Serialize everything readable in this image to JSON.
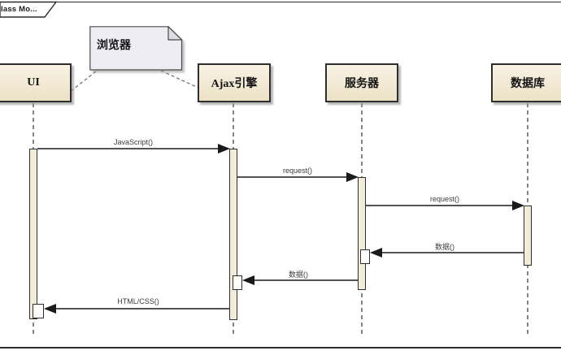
{
  "frame": {
    "label": "lass Mo..."
  },
  "note": {
    "text": "浏览器"
  },
  "actors": [
    {
      "id": "ui",
      "name": "UI"
    },
    {
      "id": "ajax-engine",
      "name": "Ajax引擎"
    },
    {
      "id": "server",
      "name": "服务器"
    },
    {
      "id": "database",
      "name": "数据库"
    }
  ],
  "messages": [
    {
      "label": "JavaScript()",
      "from": "ui",
      "to": "ajax-engine",
      "direction": "right"
    },
    {
      "label": "request()",
      "from": "ajax-engine",
      "to": "server",
      "direction": "right"
    },
    {
      "label": "request()",
      "from": "server",
      "to": "database",
      "direction": "right"
    },
    {
      "label": "数据()",
      "from": "database",
      "to": "server",
      "direction": "left"
    },
    {
      "label": "数据()",
      "from": "server",
      "to": "ajax-engine",
      "direction": "left"
    },
    {
      "label": "HTML/CSS()",
      "from": "ajax-engine",
      "to": "ui",
      "direction": "left"
    }
  ],
  "colors": {
    "box_fill": "#F2E9D4",
    "box_border": "#2E2E2E",
    "note_fill": "#EDEDF3",
    "note_fold": "#DCDCE4",
    "shadow": "#919191",
    "line": "#1A1A1A",
    "label_text": "#3C3C3C"
  }
}
